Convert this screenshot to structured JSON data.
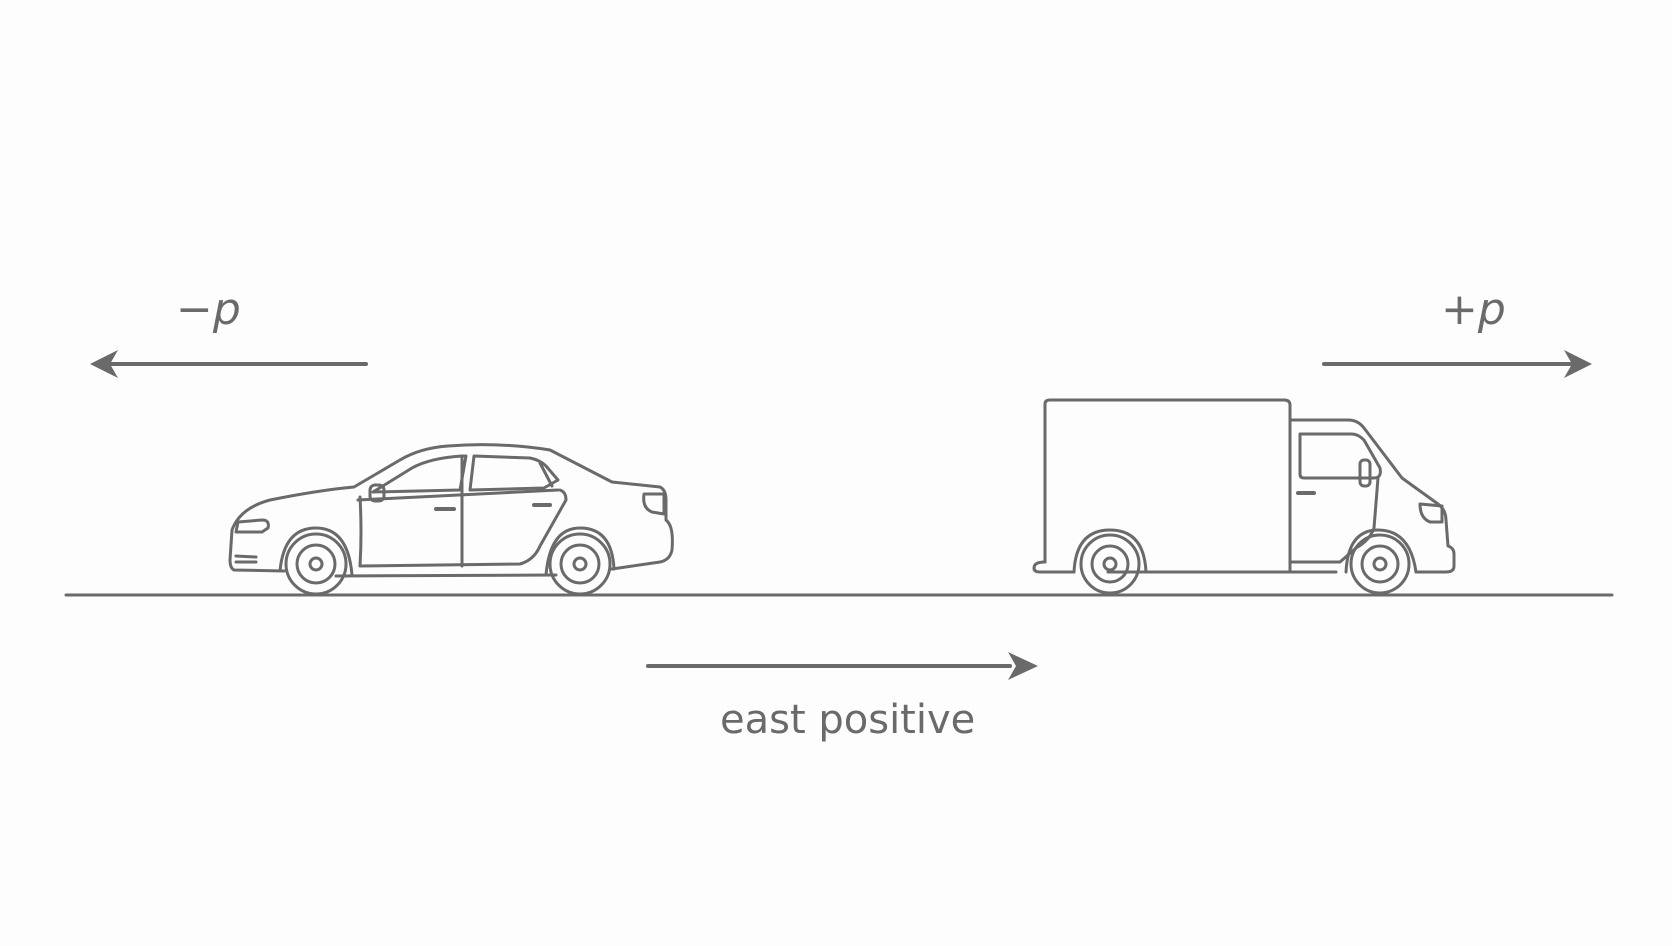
{
  "labels": {
    "negative_momentum": "−p",
    "positive_momentum": "+p",
    "direction_convention": "east positive"
  },
  "objects": {
    "left_vehicle": "car-icon",
    "right_vehicle": "truck-icon"
  },
  "colors": {
    "line": "#6a6a6c",
    "background": "#fdfdfd"
  }
}
